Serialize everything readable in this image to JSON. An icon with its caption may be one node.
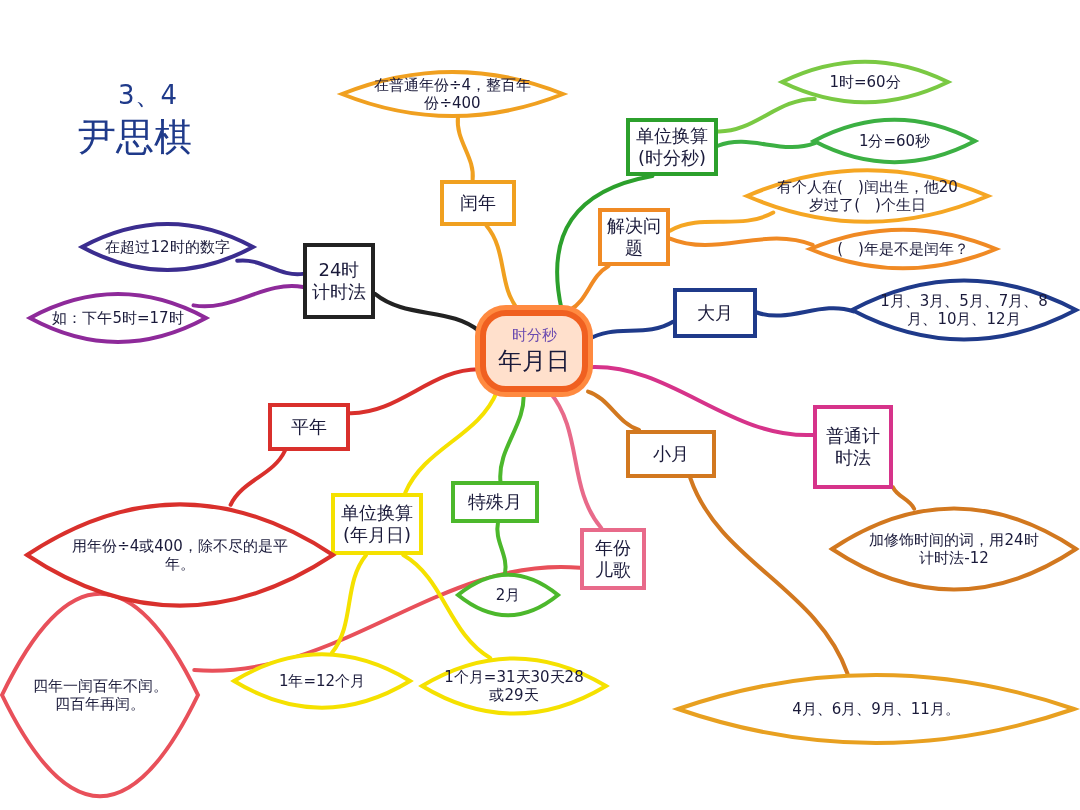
{
  "diagram": {
    "nodes": [
      {
        "text": [
          "时分秒",
          "年月日"
        ]
      },
      {
        "text": [
          "闰年"
        ]
      },
      {
        "text": [
          "在普通年份÷4，整百年份÷400"
        ]
      },
      {
        "text": [
          "单位换算(时分秒)"
        ]
      },
      {
        "text": [
          "1时=60分"
        ]
      },
      {
        "text": [
          "1分=60秒"
        ]
      },
      {
        "text": [
          "解决问题"
        ]
      },
      {
        "text": [
          "有个人在(　)闰出生，他20岁过了(　)个生日"
        ]
      },
      {
        "text": [
          "(　)年是不是闰年？"
        ]
      },
      {
        "text": [
          "大月"
        ]
      },
      {
        "text": [
          "1月、3月、5月、7月、8月、10月、12月"
        ]
      },
      {
        "text": [
          "普通计时法"
        ]
      },
      {
        "text": [
          "加修饰时间的词，用24时计时法-12"
        ]
      },
      {
        "text": [
          "小月"
        ]
      },
      {
        "text": [
          "4月、6月、9月、11月。"
        ]
      },
      {
        "text": [
          "年份儿歌"
        ]
      },
      {
        "text": [
          "四年一闰百年不闰。四百年再闰。"
        ]
      },
      {
        "text": [
          "特殊月"
        ]
      },
      {
        "text": [
          "2月"
        ]
      },
      {
        "text": [
          "单位换算(年月日)"
        ]
      },
      {
        "text": [
          "1年=12个月"
        ]
      },
      {
        "text": [
          "1个月=31天30天28或29天"
        ]
      },
      {
        "text": [
          "平年"
        ]
      },
      {
        "text": [
          "用年份÷4或400，除不尽的是平年。"
        ]
      },
      {
        "text": [
          "24时计时法"
        ]
      },
      {
        "text": [
          "在超过12时的数字"
        ]
      },
      {
        "text": [
          "如：下午5时=17时"
        ]
      }
    ],
    "edges": [
      {
        "from": 0,
        "to": 1,
        "arrow": "none",
        "color": "#f0a020"
      },
      {
        "from": 1,
        "to": 2,
        "arrow": "none",
        "color": "#f0a020"
      },
      {
        "from": 0,
        "to": 3,
        "arrow": "none",
        "color": "#2ca02c"
      },
      {
        "from": 3,
        "to": 4,
        "arrow": "none",
        "color": "#7ac943"
      },
      {
        "from": 3,
        "to": 5,
        "arrow": "none",
        "color": "#3cb043"
      },
      {
        "from": 0,
        "to": 6,
        "arrow": "none",
        "color": "#f08a24"
      },
      {
        "from": 6,
        "to": 7,
        "arrow": "none",
        "color": "#f5a623"
      },
      {
        "from": 6,
        "to": 8,
        "arrow": "none",
        "color": "#f08a24"
      },
      {
        "from": 0,
        "to": 9,
        "arrow": "none",
        "color": "#1f3a8a"
      },
      {
        "from": 9,
        "to": 10,
        "arrow": "none",
        "color": "#1f3a8a"
      },
      {
        "from": 0,
        "to": 11,
        "arrow": "none",
        "color": "#d6338a"
      },
      {
        "from": 11,
        "to": 12,
        "arrow": "none",
        "color": "#d2781f"
      },
      {
        "from": 0,
        "to": 13,
        "arrow": "none",
        "color": "#d2781f"
      },
      {
        "from": 13,
        "to": 14,
        "arrow": "none",
        "color": "#d2781f"
      },
      {
        "from": 0,
        "to": 15,
        "arrow": "none",
        "color": "#e86a8a"
      },
      {
        "from": 15,
        "to": 16,
        "arrow": "none",
        "color": "#e8505a"
      },
      {
        "from": 0,
        "to": 17,
        "arrow": "none",
        "color": "#4cb82c"
      },
      {
        "from": 17,
        "to": 18,
        "arrow": "none",
        "color": "#4cb82c"
      },
      {
        "from": 0,
        "to": 19,
        "arrow": "none",
        "color": "#f5e100"
      },
      {
        "from": 19,
        "to": 20,
        "arrow": "none",
        "color": "#f5e100"
      },
      {
        "from": 19,
        "to": 21,
        "arrow": "none",
        "color": "#f5e100"
      },
      {
        "from": 0,
        "to": 22,
        "arrow": "none",
        "color": "#d9302c"
      },
      {
        "from": 22,
        "to": 23,
        "arrow": "none",
        "color": "#d9302c"
      },
      {
        "from": 0,
        "to": 24,
        "arrow": "none",
        "color": "#222222"
      },
      {
        "from": 24,
        "to": 25,
        "arrow": "none",
        "color": "#3b2d8f"
      },
      {
        "from": 24,
        "to": 26,
        "arrow": "none",
        "color": "#8e2a9a"
      }
    ],
    "labels": [
      "3、4",
      "尹思棋"
    ]
  }
}
